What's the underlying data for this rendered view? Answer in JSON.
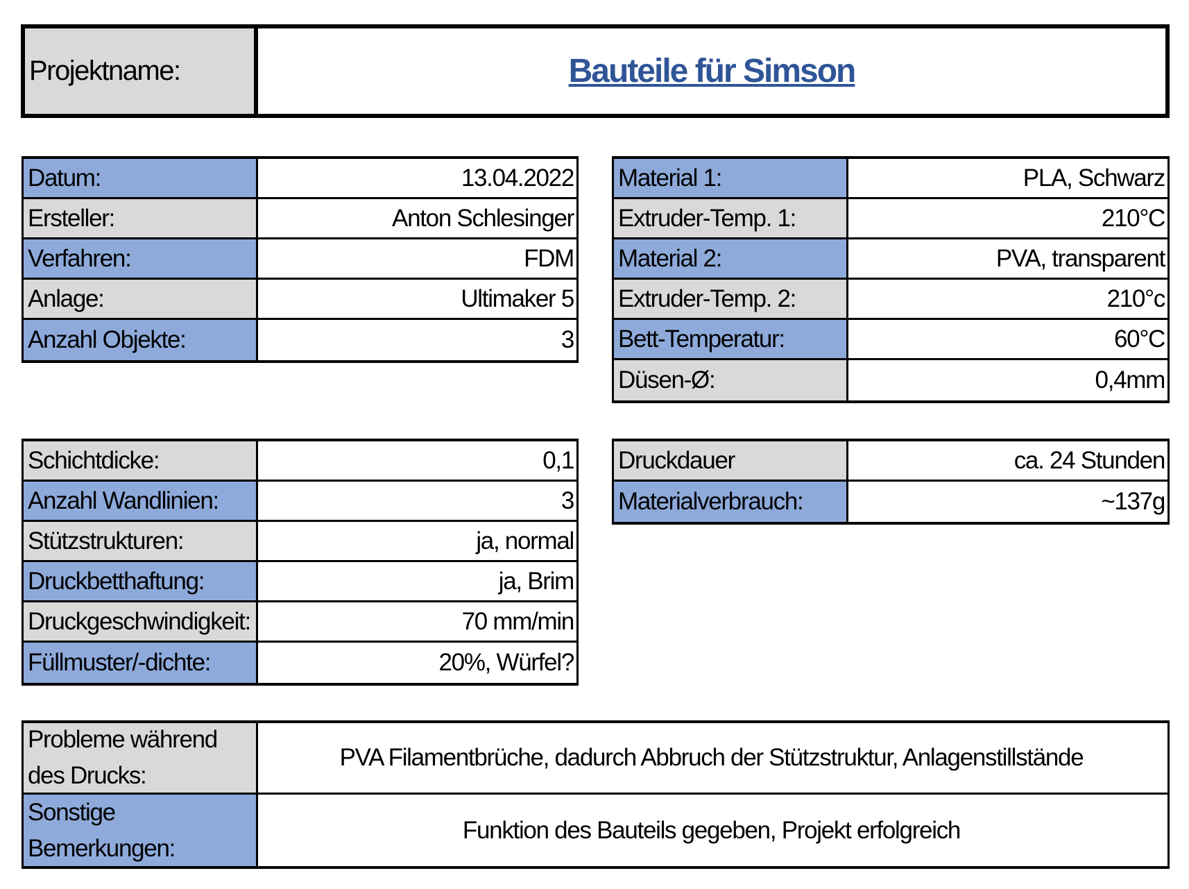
{
  "colors": {
    "blue": "#8eaadb",
    "gray": "#d9d9d9",
    "title": "#2f5597"
  },
  "header": {
    "label": "Projektname:",
    "title": "Bauteile für Simson"
  },
  "tables": [
    {
      "id": "allgemein",
      "rows": [
        {
          "label": "Datum:",
          "value": "13.04.2022",
          "color": "#8eaadb"
        },
        {
          "label": "Ersteller:",
          "value": "Anton Schlesinger",
          "color": "#d9d9d9"
        },
        {
          "label": "Verfahren:",
          "value": "FDM",
          "color": "#8eaadb"
        },
        {
          "label": "Anlage:",
          "value": "Ultimaker 5",
          "color": "#d9d9d9"
        },
        {
          "label": "Anzahl Objekte:",
          "value": "3",
          "color": "#8eaadb"
        }
      ]
    },
    {
      "id": "material",
      "rows": [
        {
          "label": "Material 1:",
          "value": "PLA, Schwarz",
          "color": "#8eaadb"
        },
        {
          "label": "Extruder-Temp. 1:",
          "value": "210°C",
          "color": "#d9d9d9"
        },
        {
          "label": "Material 2:",
          "value": "PVA, transparent",
          "color": "#8eaadb"
        },
        {
          "label": "Extruder-Temp. 2:",
          "value": "210°c",
          "color": "#d9d9d9"
        },
        {
          "label": "Bett-Temperatur:",
          "value": "60°C",
          "color": "#8eaadb"
        },
        {
          "label": "Düsen-Ø:",
          "value": "0,4mm",
          "color": "#d9d9d9"
        }
      ]
    },
    {
      "id": "druckparameter",
      "rows": [
        {
          "label": "Schichtdicke:",
          "value": "0,1",
          "color": "#d9d9d9"
        },
        {
          "label": "Anzahl Wandlinien:",
          "value": "3",
          "color": "#8eaadb"
        },
        {
          "label": "Stützstrukturen:",
          "value": "ja, normal",
          "color": "#d9d9d9"
        },
        {
          "label": "Druckbetthaftung:",
          "value": "ja, Brim",
          "color": "#8eaadb"
        },
        {
          "label": "Druckgeschwindigkeit:",
          "value": "70 mm/min",
          "color": "#d9d9d9"
        },
        {
          "label": "Füllmuster/-dichte:",
          "value": "20%, Würfel?",
          "color": "#8eaadb"
        }
      ]
    },
    {
      "id": "ergebnis",
      "rows": [
        {
          "label": "Druckdauer",
          "value": "ca. 24 Stunden",
          "color": "#d9d9d9"
        },
        {
          "label": "Materialverbrauch:",
          "value": "~137g",
          "color": "#8eaadb"
        }
      ]
    },
    {
      "id": "bemerkungen",
      "rows": [
        {
          "label": "Probleme während des Drucks:",
          "value": "PVA Filamentbrüche, dadurch Abbruch der Stützstruktur, Anlagenstillstände",
          "color": "#d9d9d9"
        },
        {
          "label": "Sonstige Bemerkungen:",
          "value": "Funktion des Bauteils gegeben, Projekt erfolgreich",
          "color": "#8eaadb"
        }
      ]
    }
  ]
}
